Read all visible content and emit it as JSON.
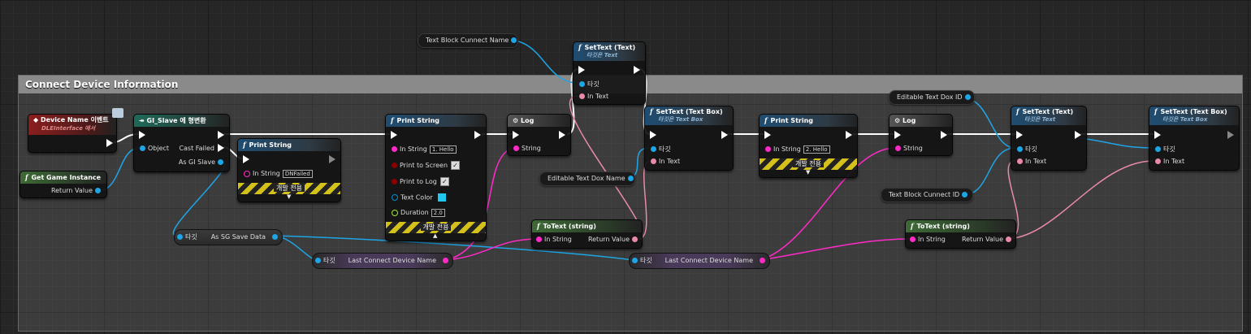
{
  "comment": {
    "title": "Connect Device Information"
  },
  "colors": {
    "exec": "#ffffff",
    "object": "#1ea5e6",
    "string": "#ff2ac8",
    "text": "#e88aa8",
    "bool": "#8b0000",
    "linear_color": "#0090d0",
    "float": "#9ee830"
  },
  "nodes": {
    "event": {
      "title": "Device Name 이벤트",
      "subtitle": "DLEInterface 에서"
    },
    "get_game_instance": {
      "title": "Get Game Instance",
      "return_value": "Return Value"
    },
    "cast": {
      "title": "GI_Slave 에 형변환",
      "object": "Object",
      "cast_failed": "Cast Failed",
      "as_gi_slave": "As GI Slave"
    },
    "print_failed": {
      "title": "Print String",
      "in_string": "In String",
      "in_string_value": "DNFailed",
      "dev_label": "개발 전용"
    },
    "print1": {
      "title": "Print String",
      "in_string": "In String",
      "in_string_value": "1. Hello",
      "print_to_screen": "Print to Screen",
      "print_to_log": "Print to Log",
      "text_color": "Text Color",
      "duration": "Duration",
      "duration_value": "2.0",
      "dev_label": "개발 전용"
    },
    "log1": {
      "title": "Log",
      "string": "String"
    },
    "settext_top": {
      "title": "SetText (Text)",
      "subtitle": "타깃은 Text",
      "target": "타깃",
      "in_text": "In Text"
    },
    "settextbox1": {
      "title": "SetText (Text Box)",
      "subtitle": "타깃은 Text Box",
      "target": "타깃",
      "in_text": "In Text"
    },
    "print2": {
      "title": "Print String",
      "in_string": "In String",
      "in_string_value": "2. Hello",
      "dev_label": "개발 전용"
    },
    "log2": {
      "title": "Log",
      "string": "String"
    },
    "settext2": {
      "title": "SetText (Text)",
      "subtitle": "타깃은 Text",
      "target": "타깃",
      "in_text": "In Text"
    },
    "settextbox2": {
      "title": "SetText (Text Box)",
      "subtitle": "타깃은 Text Box",
      "target": "타깃",
      "in_text": "In Text"
    },
    "totext1": {
      "title": "ToText (string)",
      "in_string": "In String",
      "return_value": "Return Value"
    },
    "totext2": {
      "title": "ToText (string)",
      "in_string": "In String",
      "return_value": "Return Value"
    }
  },
  "variables": {
    "text_block_connect_name": "Text Block Cunnect Name",
    "editable_text_box_name": "Editable Text Dox Name",
    "editable_text_box_id": "Editable Text Dox  ID",
    "text_block_connect_id": "Text Block Cunnect ID"
  },
  "getters": {
    "as_sg_save_data": {
      "target": "타깃",
      "label": "As SG Save Data"
    },
    "last_connect1": {
      "target": "타깃",
      "label": "Last Connect Device Name"
    },
    "last_connect2": {
      "target": "타깃",
      "label": "Last Connect Device Name"
    }
  }
}
